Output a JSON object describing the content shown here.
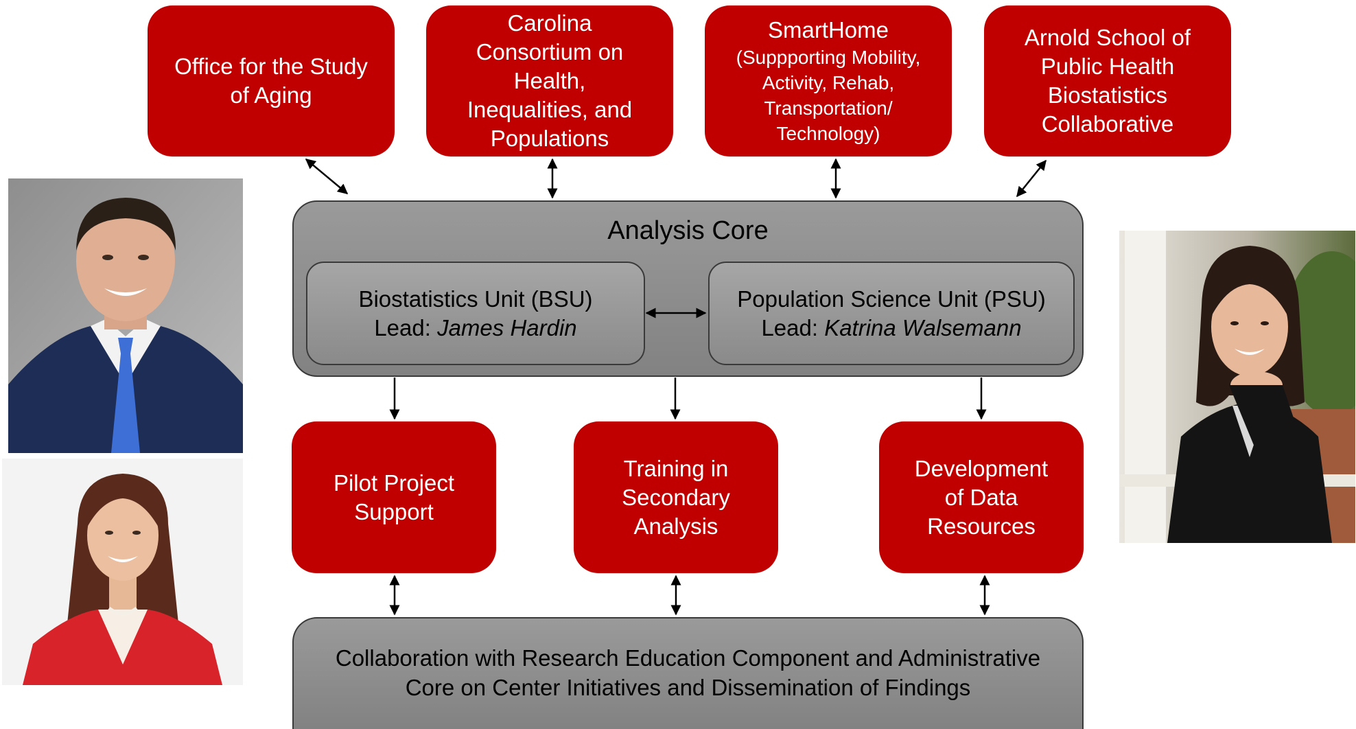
{
  "partners": [
    {
      "lines": [
        "Office for the Study",
        "of Aging"
      ]
    },
    {
      "lines": [
        "Carolina",
        "Consortium on",
        "Health,",
        "Inequalities, and",
        "Populations"
      ]
    },
    {
      "title": "SmartHome",
      "lines": [
        "(Suppporting Mobility,",
        "Activity, Rehab,",
        "Transportation/",
        "Technology)"
      ]
    },
    {
      "lines": [
        "Arnold School of",
        "Public Health",
        "Biostatistics",
        "Collaborative"
      ]
    }
  ],
  "analysis_core": {
    "title": "Analysis Core",
    "units": [
      {
        "name": "Biostatistics Unit (BSU)",
        "lead_label": "Lead: ",
        "lead_name": "James Hardin"
      },
      {
        "name": "Population Science Unit (PSU)",
        "lead_label": "Lead: ",
        "lead_name": "Katrina Walsemann"
      }
    ]
  },
  "activities": [
    {
      "lines": [
        "Pilot Project",
        "Support"
      ]
    },
    {
      "lines": [
        "Training in",
        "Secondary",
        "Analysis"
      ]
    },
    {
      "lines": [
        "Development",
        "of Data",
        "Resources"
      ]
    }
  ],
  "collaboration": {
    "lines": [
      "Collaboration with Research Education Component and Administrative",
      "Core on Center Initiatives and Dissemination of Findings"
    ]
  },
  "colors": {
    "red_box": "#c00000",
    "gray_box": "#8c8c8c",
    "arrow": "#000000"
  },
  "photos": [
    {
      "subject": "man-in-navy-suit-blue-tie"
    },
    {
      "subject": "woman-in-red-blazer"
    },
    {
      "subject": "woman-in-black-jacket-outdoors"
    }
  ]
}
